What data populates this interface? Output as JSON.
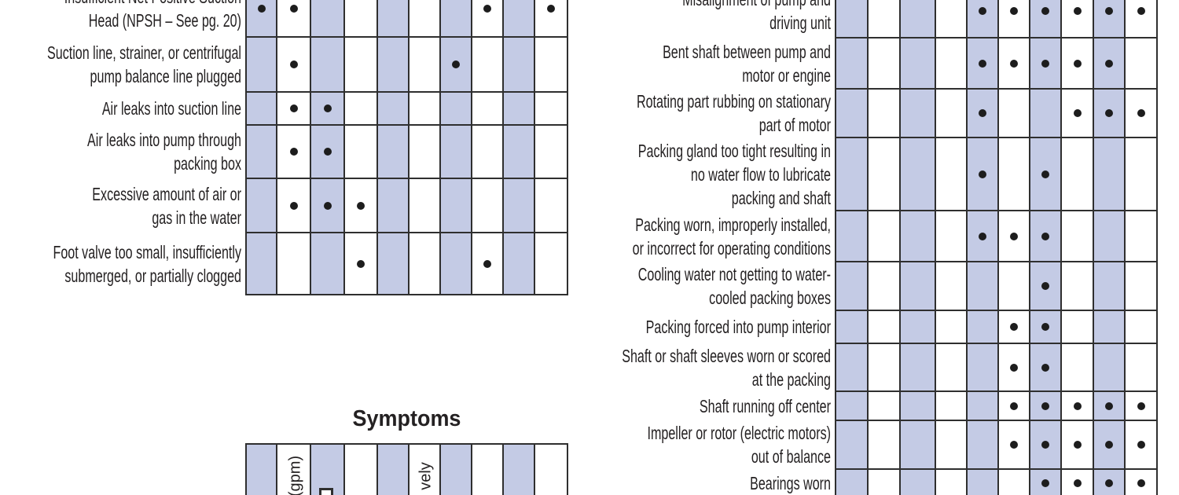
{
  "page": {
    "symptoms_heading": "Symptoms"
  },
  "colors": {
    "shade": "#c4cbe5",
    "grid": "#2f2f2f",
    "dot": "#1d1d1d",
    "text": "#242122"
  },
  "left_table": {
    "name": "causes-matrix-left",
    "columns": 10,
    "shaded_columns": [
      1,
      3,
      5,
      7,
      9
    ],
    "rows": [
      {
        "label_lines": [
          "Insufficient Net Positive Suction",
          "Head (NPSH – See pg. 20)"
        ],
        "dots": [
          1,
          2,
          8,
          10
        ]
      },
      {
        "label_lines": [
          "Suction line, strainer, or centrifugal",
          "pump balance line plugged"
        ],
        "dots": [
          2,
          7
        ]
      },
      {
        "label_lines": [
          "Air leaks into suction line"
        ],
        "dots": [
          2,
          3
        ]
      },
      {
        "label_lines": [
          "Air leaks into pump through",
          "packing box"
        ],
        "dots": [
          2,
          3
        ]
      },
      {
        "label_lines": [
          "Excessive amount of air or",
          "gas in the water"
        ],
        "dots": [
          2,
          3,
          4
        ]
      },
      {
        "label_lines": [
          "Foot valve too small, insufficiently",
          "submerged, or partially clogged"
        ],
        "dots": [
          4,
          8
        ]
      }
    ]
  },
  "right_table": {
    "name": "causes-matrix-right",
    "columns": 10,
    "shaded_columns": [
      1,
      3,
      5,
      7,
      9
    ],
    "rows": [
      {
        "label_lines": [
          "Misalignment of pump and",
          "driving unit"
        ],
        "dots": [
          5,
          6,
          7,
          8,
          9,
          10
        ]
      },
      {
        "label_lines": [
          "Bent shaft between pump and",
          "motor or engine"
        ],
        "dots": [
          5,
          6,
          7,
          8,
          9
        ]
      },
      {
        "label_lines": [
          "Rotating part rubbing on stationary",
          "part of motor"
        ],
        "dots": [
          5,
          8,
          9,
          10
        ]
      },
      {
        "label_lines": [
          "Packing gland too tight resulting in",
          "no water flow to lubricate",
          "packing and shaft"
        ],
        "dots": [
          5,
          7
        ]
      },
      {
        "label_lines": [
          "Packing worn, improperly installed,",
          "or incorrect for operating conditions"
        ],
        "dots": [
          5,
          6,
          7
        ]
      },
      {
        "label_lines": [
          "Cooling water not getting to water-",
          "cooled packing boxes"
        ],
        "dots": [
          7
        ]
      },
      {
        "label_lines": [
          "Packing forced into pump interior"
        ],
        "dots": [
          6,
          7
        ]
      },
      {
        "label_lines": [
          "Shaft or shaft sleeves worn or scored",
          "at the packing"
        ],
        "dots": [
          6,
          7
        ]
      },
      {
        "label_lines": [
          "Shaft running off center"
        ],
        "dots": [
          6,
          7,
          8,
          9,
          10
        ]
      },
      {
        "label_lines": [
          "Impeller or rotor (electric motors)",
          "out of balance"
        ],
        "dots": [
          6,
          7,
          8,
          9,
          10
        ]
      },
      {
        "label_lines": [
          "Bearings worn"
        ],
        "dots": [
          7,
          8,
          9,
          10
        ]
      }
    ]
  },
  "symptoms_table": {
    "name": "symptoms-matrix-header",
    "columns": 10,
    "shaded_columns": [
      1,
      3,
      5,
      7,
      9
    ],
    "rotated_fragments": [
      {
        "col": 2,
        "text": "(gpm)"
      },
      {
        "col": 6,
        "text": "vely"
      }
    ],
    "partial_glyph_col": 3
  }
}
